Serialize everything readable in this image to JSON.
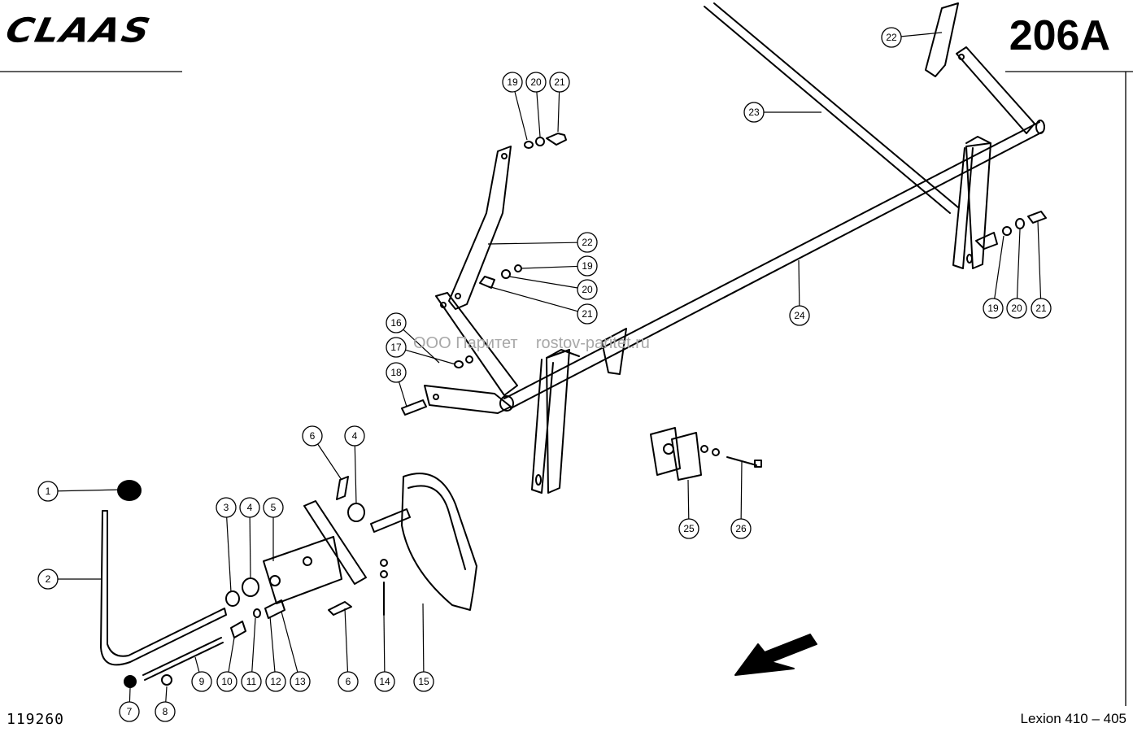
{
  "header": {
    "brand": "CLAAS",
    "sheet_number": "206A"
  },
  "footer": {
    "drawing_number": "119260",
    "model": "Lexion 410 – 405"
  },
  "watermark": {
    "company": "ООО Паритет",
    "site": "rostov-paritet.ru"
  },
  "callouts": [
    {
      "id": "c1",
      "label": "1"
    },
    {
      "id": "c2",
      "label": "2"
    },
    {
      "id": "c3",
      "label": "3"
    },
    {
      "id": "c4a",
      "label": "4"
    },
    {
      "id": "c4b",
      "label": "4"
    },
    {
      "id": "c5",
      "label": "5"
    },
    {
      "id": "c6a",
      "label": "6"
    },
    {
      "id": "c6b",
      "label": "6"
    },
    {
      "id": "c7",
      "label": "7"
    },
    {
      "id": "c8",
      "label": "8"
    },
    {
      "id": "c9",
      "label": "9"
    },
    {
      "id": "c10",
      "label": "10"
    },
    {
      "id": "c11",
      "label": "11"
    },
    {
      "id": "c12",
      "label": "12"
    },
    {
      "id": "c13",
      "label": "13"
    },
    {
      "id": "c14",
      "label": "14"
    },
    {
      "id": "c15",
      "label": "15"
    },
    {
      "id": "c16",
      "label": "16"
    },
    {
      "id": "c17",
      "label": "17"
    },
    {
      "id": "c18",
      "label": "18"
    },
    {
      "id": "c19a",
      "label": "19"
    },
    {
      "id": "c20a",
      "label": "20"
    },
    {
      "id": "c21a",
      "label": "21"
    },
    {
      "id": "c22a",
      "label": "22"
    },
    {
      "id": "c19b",
      "label": "19"
    },
    {
      "id": "c20b",
      "label": "20"
    },
    {
      "id": "c21b",
      "label": "21"
    },
    {
      "id": "c22b",
      "label": "22"
    },
    {
      "id": "c23",
      "label": "23"
    },
    {
      "id": "c24",
      "label": "24"
    },
    {
      "id": "c19c",
      "label": "19"
    },
    {
      "id": "c20c",
      "label": "20"
    },
    {
      "id": "c21c",
      "label": "21"
    },
    {
      "id": "c25",
      "label": "25"
    },
    {
      "id": "c26",
      "label": "26"
    }
  ],
  "colors": {
    "ink": "#000000",
    "watermark": "#a8a8a8",
    "background": "#ffffff"
  }
}
